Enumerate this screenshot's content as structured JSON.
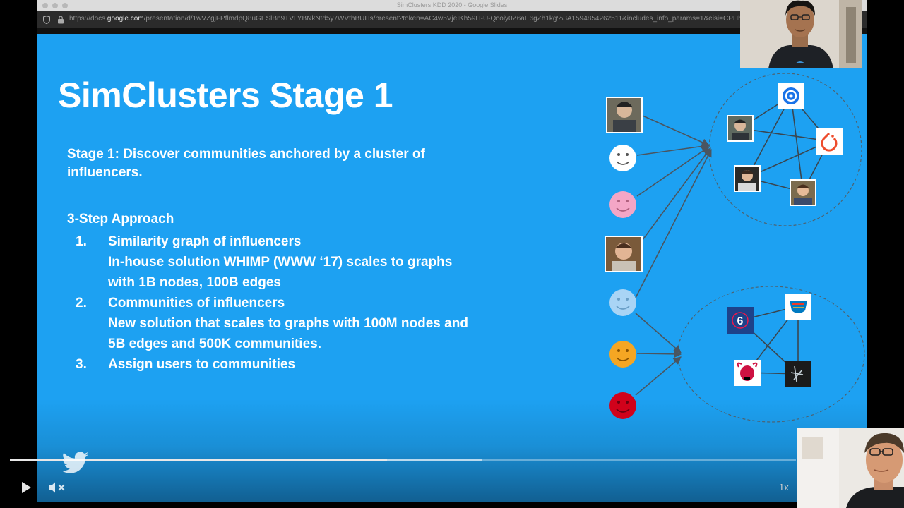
{
  "window": {
    "title": "SimClusters KDD 2020 - Google Slides",
    "url_prefix": "https://docs.",
    "url_host": "google.com",
    "url_rest": "/presentation/d/1wVZgjFPflmdpQ8uGESlBn9TVLYBNkNtd5y7WVthBUHs/present?token=AC4w5VjeIKh59H-U-Qcoiy0Z6aE6gZh1kg%3A1594854262511&includes_info_params=1&eisi=CPHb"
  },
  "slide": {
    "title": "SimClusters Stage 1",
    "stage_desc": "Stage 1: Discover communities anchored by a cluster of influencers.",
    "approach_heading": "3-Step Approach",
    "steps": [
      {
        "num": "1.",
        "title": "Similarity graph of influencers",
        "sub": [
          "In-house solution WHIMP (WWW ‘17) scales to graphs",
          "with 1B nodes, 100B edges"
        ]
      },
      {
        "num": "2.",
        "title": "Communities of influencers",
        "sub": [
          "New solution that scales to graphs with 100M nodes and",
          "5B edges and 500K communities."
        ]
      },
      {
        "num": "3.",
        "title": "Assign users to communities",
        "sub": []
      }
    ]
  },
  "diagram": {
    "users": [
      "photo",
      "smiley-white",
      "smiley-pink",
      "photo",
      "smiley-lightblue",
      "smiley-orange",
      "smiley-red"
    ],
    "community_top": [
      "logo-blue-swirl",
      "photo",
      "logo-pytorch",
      "photo",
      "photo"
    ],
    "community_bottom": [
      "logo-76ers",
      "logo-thunder",
      "logo-bulls",
      "logo-spurs"
    ],
    "team_label": "6",
    "colors": {
      "background": "#1da1f2",
      "white": "#ffffff",
      "pink": "#f4a6c6",
      "lightblue": "#a9d4f5",
      "orange": "#f5a623",
      "red": "#d0021b"
    }
  },
  "player": {
    "progress_fraction": 0.48,
    "buffered_fraction": 0.6,
    "speed": "1x",
    "play_label": "play",
    "mute_label": "mute"
  }
}
